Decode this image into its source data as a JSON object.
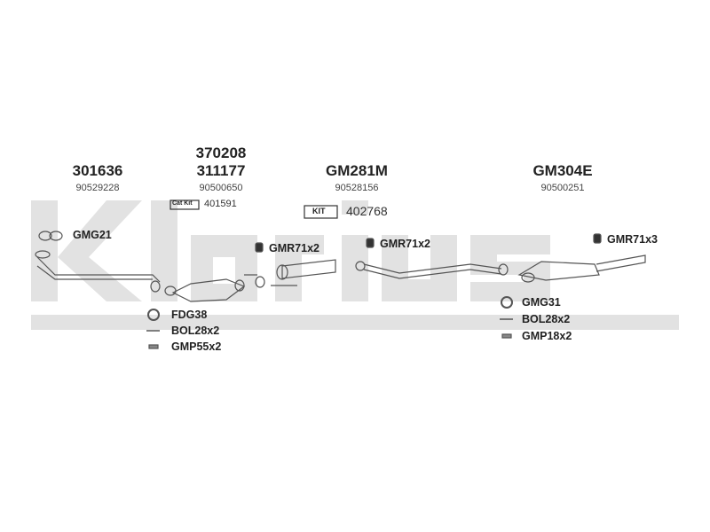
{
  "watermark": "klarius",
  "parts": [
    {
      "code": "301636",
      "oe": "90529228"
    },
    {
      "code": "370208",
      "code2": "311177",
      "oe": "90500650",
      "kit_badge": "Cat Kit",
      "kit": "401591"
    },
    {
      "code": "GM281M",
      "oe": "90528156",
      "kit_badge": "KIT",
      "kit": "402768"
    },
    {
      "code": "GM304E",
      "oe": "90500251"
    }
  ],
  "labels": {
    "gmg21": "GMG21",
    "gmr71_a": "GMR71x2",
    "gmr71_b": "GMR71x2",
    "gmr71_c": "GMR71x3",
    "fdg38": "FDG38",
    "bol28_a": "BOL28x2",
    "gmp55": "GMP55x2",
    "gmg31": "GMG31",
    "bol28_b": "BOL28x2",
    "gmp18": "GMP18x2"
  },
  "colors": {
    "watermark": "#e2e2e2",
    "line": "#555555"
  }
}
